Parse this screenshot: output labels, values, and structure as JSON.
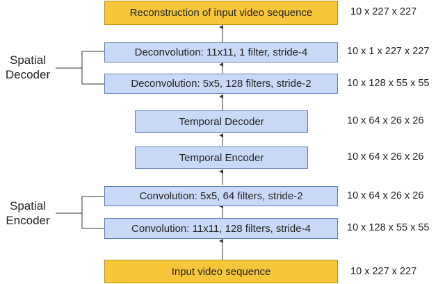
{
  "layers": {
    "output": {
      "label": "Reconstruction of input video sequence",
      "dims": "10 x 227 x 227"
    },
    "deconv1": {
      "label": "Deconvolution: 11x11, 1 filter, stride-4",
      "dims": "10 x 1 x 227 x 227"
    },
    "deconv2": {
      "label": "Deconvolution: 5x5, 128 filters, stride-2",
      "dims": "10 x 128 x 55 x 55"
    },
    "temporal_decoder": {
      "label": "Temporal Decoder",
      "dims": "10 x 64 x 26 x 26"
    },
    "temporal_encoder": {
      "label": "Temporal Encoder",
      "dims": "10 x 64 x 26 x 26"
    },
    "conv2": {
      "label": "Convolution: 5x5, 64 filters, stride-2",
      "dims": "10 x 64 x 26 x 26"
    },
    "conv1": {
      "label": "Convolution: 11x11, 128 filters, stride-4",
      "dims": "10 x 128 x 55 x 55"
    },
    "input": {
      "label": "Input video sequence",
      "dims": "10 x 227 x 227"
    }
  },
  "groups": {
    "decoder": {
      "line1": "Spatial",
      "line2": "Decoder"
    },
    "encoder": {
      "line1": "Spatial",
      "line2": "Encoder"
    }
  },
  "colors": {
    "io_box": "#f8c63a",
    "layer_box": "#c9daf8",
    "arrow": "#333333"
  }
}
